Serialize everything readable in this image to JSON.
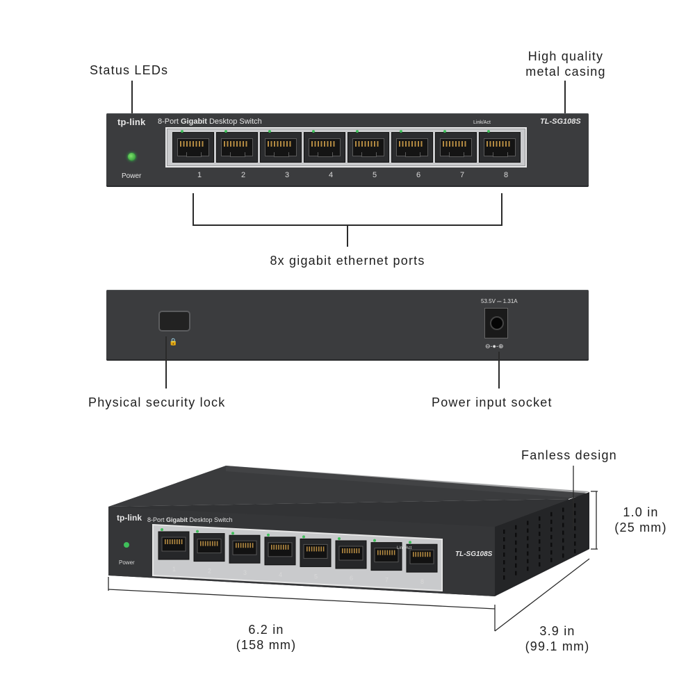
{
  "callouts": {
    "status_leds": "Status LEDs",
    "metal_casing_line1": "High quality",
    "metal_casing_line2": "metal casing",
    "ethernet_ports": "8x gigabit ethernet ports",
    "security_lock": "Physical security lock",
    "power_socket": "Power input socket",
    "fanless": "Fanless design"
  },
  "front_panel": {
    "brand": "tp-link",
    "subtitle_prefix": "8-Port ",
    "subtitle_bold": "Gigabit",
    "subtitle_suffix": " Desktop Switch",
    "model": "TL-SG108S",
    "link_act": "Link/Act",
    "power_label": "Power",
    "ports": [
      "1",
      "2",
      "3",
      "4",
      "5",
      "6",
      "7",
      "8"
    ]
  },
  "back_panel": {
    "power_rating": "53.5V ⎓ 1.31A",
    "polarity": "⊖-●-⊕",
    "lock_icon": "🔒"
  },
  "dimensions": {
    "height_line1": "1.0 in",
    "height_line2": "(25 mm)",
    "width_line1": "6.2 in",
    "width_line2": "(158 mm)",
    "depth_line1": "3.9 in",
    "depth_line2": "(99.1 mm)"
  },
  "colors": {
    "casing": "#3b3c3e",
    "led_green": "#3fbf5a",
    "port_bay": "#c9cacc"
  }
}
